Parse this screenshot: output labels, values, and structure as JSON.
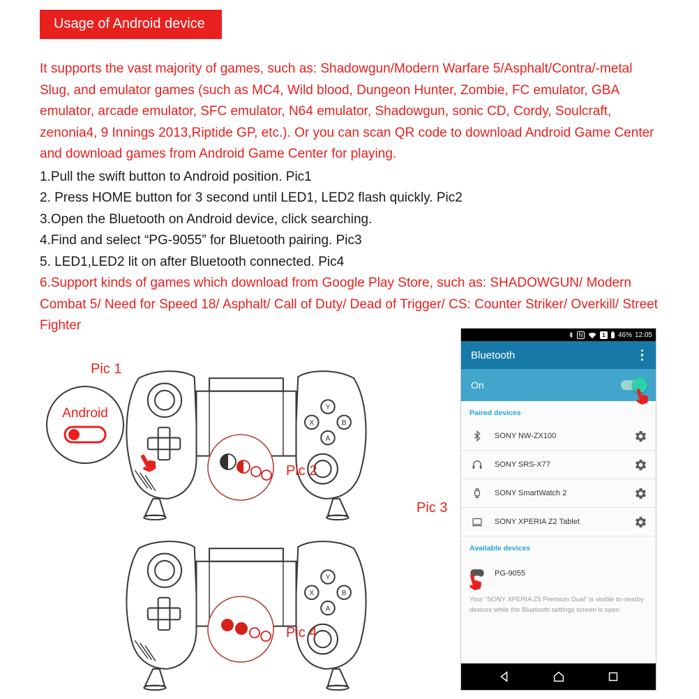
{
  "title_banner": "Usage of Android device",
  "intro": "It supports the vast majority of games, such as: Shadowgun/Modern Warfare 5/Asphalt/Contra/-metal Slug, and emulator games (such as MC4, Wild blood, Dungeon Hunter, Zombie, FC emulator, GBA emulator, arcade emulator, SFC emulator, N64 emulator, Shadowgun, sonic CD, Cordy, Soulcraft, zenonia4, 9 Innings 2013,Riptide GP, etc.). Or you can scan QR code to download Android Game Center and download games from Android Game Center for playing.",
  "steps": [
    {
      "text": "1.Pull the swift button to Android position. Pic1",
      "highlight": false
    },
    {
      "text": "2. Press HOME button for 3 second until LED1, LED2 flash quickly. Pic2",
      "highlight": false
    },
    {
      "text": "3.Open the Bluetooth on Android device, click searching.",
      "highlight": false
    },
    {
      "text": "4.Find and select “PG-9055” for Bluetooth pairing. Pic3",
      "highlight": false
    },
    {
      "text": "5. LED1,LED2 lit on after Bluetooth connected. Pic4",
      "highlight": false
    },
    {
      "text": "6.Support kinds of games which download from Google Play Store, such as: SHADOWGUN/ Modern Combat 5/ Need for Speed 18/ Asphalt/ Call of Duty/ Dead of Trigger/ CS: Counter Striker/ Overkill/ Street Fighter",
      "highlight": true
    }
  ],
  "diagram": {
    "pic1_label": "Pic 1",
    "pic2_label": "Pic 2",
    "pic3_label": "Pic 3",
    "pic4_label": "Pic 4",
    "android_label": "Android",
    "gamepad_buttons": {
      "y": "Y",
      "x": "X",
      "a": "A",
      "b": "B"
    }
  },
  "phone": {
    "status_bar": {
      "nfc": "N",
      "sim": "1",
      "battery": "46%",
      "time": "12:05"
    },
    "header_title": "Bluetooth",
    "on_label": "On",
    "paired_header": "Paired devices",
    "paired_devices": [
      {
        "name": "SONY NW-ZX100",
        "icon": "bluetooth-icon"
      },
      {
        "name": "SONY SRS-X77",
        "icon": "headphones-icon"
      },
      {
        "name": "SONY SmartWatch 2",
        "icon": "watch-icon"
      },
      {
        "name": "SONY XPERIA Z2 Tablet",
        "icon": "tablet-icon"
      }
    ],
    "available_header": "Available devices",
    "available_devices": [
      {
        "name": "PG-9055",
        "icon": "gamepad-icon"
      }
    ],
    "visibility_note": "Your \"SONY XPERIA Z5 Premium Dual\" is visible to nearby devices while the Bluetooth settings screen is open"
  },
  "colors": {
    "accent_red": "#e8211f",
    "header_blue": "#1779a8",
    "on_row_blue": "#41a5cc",
    "section_label_blue": "#23a3d2",
    "toggle_teal": "#2bd0ad"
  }
}
